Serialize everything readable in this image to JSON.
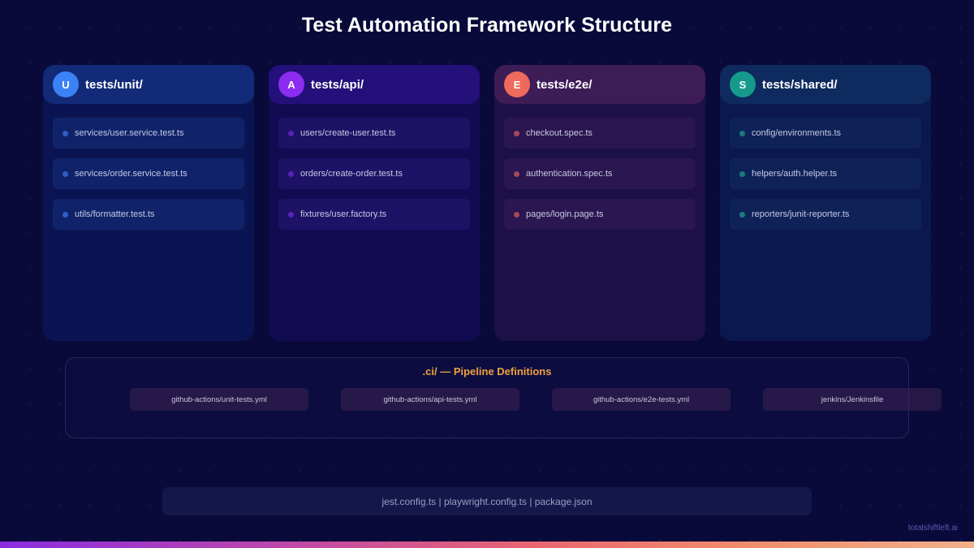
{
  "title": "Test Automation Framework Structure",
  "columns": [
    {
      "badge": "U",
      "label": "tests/unit/",
      "colors": {
        "card": "#0b1452",
        "header": "#122a78",
        "badge": "#3b82f6",
        "item": "#10236a",
        "dot": "#2f5ec8"
      },
      "files": [
        "services/user.service.test.ts",
        "services/order.service.test.ts",
        "utils/formatter.test.ts"
      ]
    },
    {
      "badge": "A",
      "label": "tests/api/",
      "colors": {
        "card": "#130b52",
        "header": "#24107a",
        "badge": "#8b2cf0",
        "item": "#1d1266",
        "dot": "#5a22b8"
      },
      "files": [
        "users/create-user.test.ts",
        "orders/create-order.test.ts",
        "fixtures/user.factory.ts"
      ]
    },
    {
      "badge": "E",
      "label": "tests/e2e/",
      "colors": {
        "card": "#1d0f48",
        "header": "#3e1c56",
        "badge": "#ee6a5c",
        "item": "#2a1650",
        "dot": "#a4485a"
      },
      "files": [
        "checkout.spec.ts",
        "authentication.spec.ts",
        "pages/login.page.ts"
      ]
    },
    {
      "badge": "S",
      "label": "tests/shared/",
      "colors": {
        "card": "#0b1850",
        "header": "#0e2a5e",
        "badge": "#169a8c",
        "item": "#0e2258",
        "dot": "#1d7a7c"
      },
      "files": [
        "config/environments.ts",
        "helpers/auth.helper.ts",
        "reporters/junit-reporter.ts"
      ]
    }
  ],
  "ci": {
    "title": ".ci/ — Pipeline Definitions",
    "title_color": "#f0a03c",
    "files": [
      "github-actions/unit-tests.yml",
      "github-actions/api-tests.yml",
      "github-actions/e2e-tests.yml",
      "jenkins/Jenkinsfile"
    ]
  },
  "config_files": "jest.config.ts | playwright.config.ts | package.json",
  "brand": "totalshiftleft.ai"
}
